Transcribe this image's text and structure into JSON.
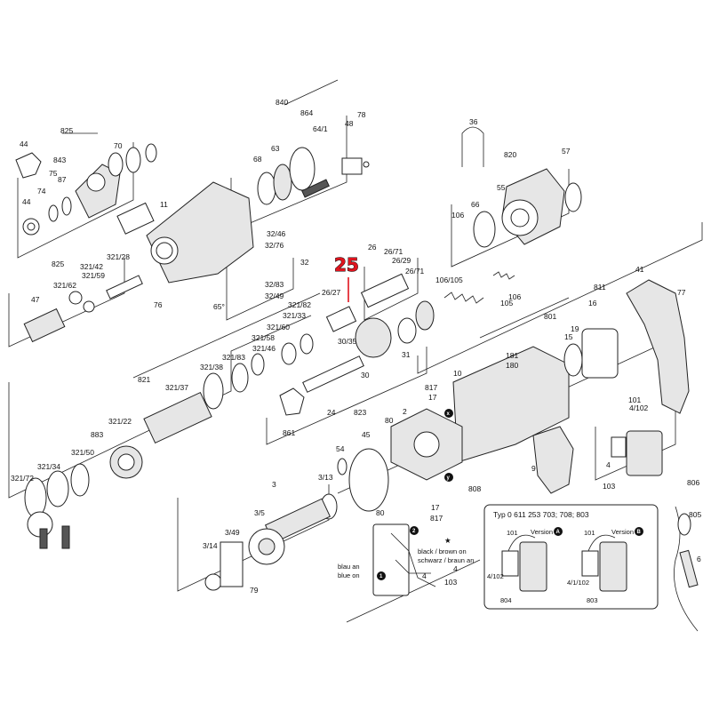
{
  "highlight": {
    "part_number": "25",
    "color": "#e0141e"
  },
  "part_labels": [
    "825",
    "44",
    "843",
    "70",
    "75",
    "87",
    "74",
    "44",
    "11",
    "840",
    "864",
    "64/1",
    "68",
    "63",
    "48",
    "78",
    "36",
    "820",
    "57",
    "55",
    "66",
    "106",
    "106/105",
    "106",
    "105",
    "41",
    "77",
    "825",
    "321/28",
    "321/42",
    "321/59",
    "321/62",
    "47",
    "76",
    "32",
    "32/46",
    "32/76",
    "32/83",
    "32/49",
    "65°",
    "26",
    "26/71",
    "26/29",
    "26/27",
    "26/71",
    "30/35",
    "31",
    "30",
    "24",
    "823",
    "861",
    "321/82",
    "321/33",
    "321/60",
    "321/58",
    "321/46",
    "321/83",
    "321/38",
    "321/37",
    "821",
    "321/22",
    "883",
    "321/50",
    "321/34",
    "321/72",
    "10",
    "817",
    "17",
    "181",
    "180",
    "801",
    "811",
    "16",
    "19",
    "15",
    "9",
    "808",
    "80",
    "2",
    "45",
    "54",
    "3/13",
    "3",
    "3/5",
    "3/49",
    "3/14",
    "79",
    "80",
    "817",
    "17",
    "101",
    "4/102",
    "4",
    "103",
    "806",
    "805",
    "6",
    "4"
  ],
  "wiring_legend": {
    "star_symbol": "★",
    "x_symbol": "x",
    "y_symbol": "y",
    "num_symbols": [
      "1",
      "2"
    ],
    "black_brown_on": "black / brown on",
    "schwarz_braun_an": "schwarz / braun an",
    "blau_an": "blau an",
    "blue_on": "blue on",
    "label_4": "4",
    "label_103": "103"
  },
  "inset": {
    "title": "Typ 0 611 253 703; 708; 803",
    "version_a": "Version",
    "version_a_badge": "A",
    "version_b": "Version",
    "version_b_badge": "B",
    "label_101_a": "101",
    "label_101_b": "101",
    "label_4102_a": "4/102",
    "label_41102_b": "4/1/102",
    "label_804": "804",
    "label_803": "803"
  }
}
